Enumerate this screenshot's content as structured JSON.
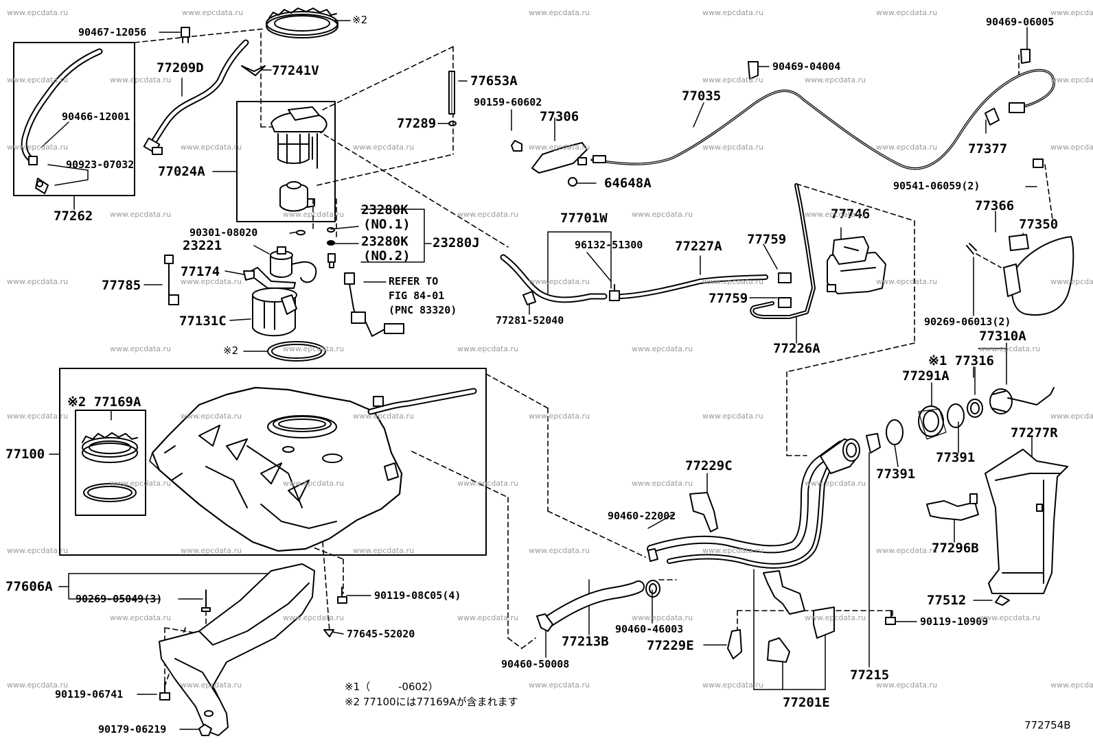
{
  "watermark": "www.epcdata.ru",
  "diagram_code": "772754B",
  "labels": {
    "p90467_12056": "90467-12056",
    "mark2_top": "※2",
    "p77209d": "77209D",
    "p77241v": "77241V",
    "p90466_12001": "90466-12001",
    "p90923_07032": "90923-07032",
    "p77024a": "77024A",
    "p77262": "77262",
    "p77653a": "77653A",
    "p77289": "77289",
    "p90301_08020": "90301-08020",
    "p23221": "23221",
    "p23280k_1": "23280K",
    "no1": "(NO.1)",
    "p23280k_2": "23280K",
    "no2": "(NO.2)",
    "p23280j": "23280J",
    "p77174": "77174",
    "p77785": "77785",
    "p77131c": "77131C",
    "refer_to": "REFER TO",
    "fig": "FIG 84-01",
    "pnc": "(PNC 83320)",
    "mark2_gasket": "※2",
    "p90159_60602": "90159-60602",
    "p77306": "77306",
    "p77035": "77035",
    "p64648a": "64648A",
    "p90469_04004": "90469-04004",
    "p90469_06005": "90469-06005",
    "p77377": "77377",
    "p90541_06059": "90541-06059(2)",
    "p77366": "77366",
    "p77350": "77350",
    "p90269_06013": "90269-06013(2)",
    "p77310a": "77310A",
    "p77701w": "77701W",
    "p96132_51300": "96132-51300",
    "p77227a": "77227A",
    "p77759_a": "77759",
    "p77746": "77746",
    "p77759_b": "77759",
    "p77281_52040": "77281-52040",
    "p77226a": "77226A",
    "mark2_77169a": "※2 77169A",
    "p77100": "77100",
    "mark1_77316": "※1 77316",
    "p77291a": "77291A",
    "p77391_a": "77391",
    "p77391_b": "77391",
    "p77277r": "77277R",
    "p77229c": "77229C",
    "p90460_22002": "90460-22002",
    "p77296b": "77296B",
    "p77606a": "77606A",
    "p90269_05049": "90269-05049(3)",
    "p90119_08c05": "90119-08C05(4)",
    "p77645_52020": "77645-52020",
    "p77213b": "77213B",
    "p90460_46003": "90460-46003",
    "p77229e": "77229E",
    "p77215": "77215",
    "p77512": "77512",
    "p90119_10909": "90119-10909",
    "p90460_50008": "90460-50008",
    "p77201e": "77201E",
    "p90119_06741": "90119-06741",
    "p90179_06219": "90179-06219",
    "note1_mark": "※1（",
    "note1_code": "-0602）",
    "note2": "※2 77100には77169Aが含まれます"
  }
}
